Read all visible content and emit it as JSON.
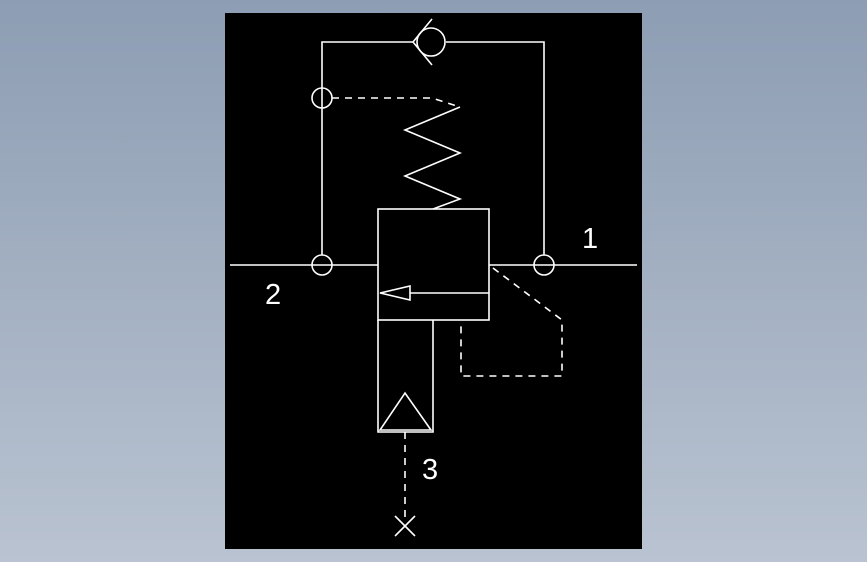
{
  "diagram": {
    "background_color": "#000000",
    "line_color": "#ffffff",
    "ports": {
      "port_1": "1",
      "port_2": "2",
      "port_3": "3"
    }
  }
}
